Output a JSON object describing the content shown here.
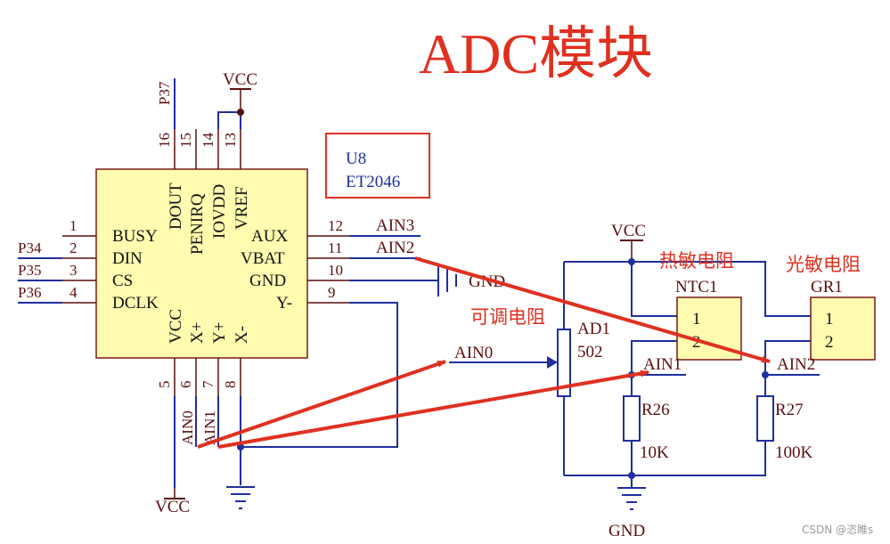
{
  "title": "ADC模块",
  "watermark": "CSDN @恣睢s",
  "chip": {
    "ref": "U8",
    "part": "ET2046",
    "left_pins": [
      {
        "num": "1",
        "name": "BUSY",
        "net": ""
      },
      {
        "num": "2",
        "name": "DIN",
        "net": "P34"
      },
      {
        "num": "3",
        "name": "CS",
        "net": "P35"
      },
      {
        "num": "4",
        "name": "DCLK",
        "net": "P36"
      }
    ],
    "right_pins": [
      {
        "num": "12",
        "name": "AUX",
        "net": "AIN3"
      },
      {
        "num": "11",
        "name": "VBAT",
        "net": "AIN2"
      },
      {
        "num": "10",
        "name": "GND",
        "net": "GND"
      },
      {
        "num": "9",
        "name": "Y-",
        "net": ""
      }
    ],
    "top_pins": [
      {
        "num": "16",
        "name": "DOUT"
      },
      {
        "num": "15",
        "name": "PENIRQ"
      },
      {
        "num": "14",
        "name": "IOVDD"
      },
      {
        "num": "13",
        "name": "VREF"
      }
    ],
    "bottom_pins": [
      {
        "num": "5",
        "name": "VCC"
      },
      {
        "num": "6",
        "name": "X+"
      },
      {
        "num": "7",
        "name": "Y+"
      },
      {
        "num": "8",
        "name": "X-"
      }
    ],
    "top_net_p37": "P37",
    "top_vcc": "VCC",
    "bottom_vcc": "VCC",
    "bottom_ain0": "AIN0",
    "bottom_ain1": "AIN1"
  },
  "circuit": {
    "vcc_top": "VCC",
    "gnd_bottom": "GND",
    "ain0": "AIN0",
    "ain1": "AIN1",
    "ain2": "AIN2",
    "pot": {
      "ref": "AD1",
      "value": "502",
      "note": "可调电阻"
    },
    "ntc": {
      "ref": "NTC1",
      "pin1": "1",
      "pin2": "2",
      "note": "热敏电阻"
    },
    "gr": {
      "ref": "GR1",
      "pin1": "1",
      "pin2": "2",
      "note": "光敏电阻"
    },
    "r26": {
      "ref": "R26",
      "value": "10K"
    },
    "r27": {
      "ref": "R27",
      "value": "100K"
    }
  },
  "colors": {
    "wire": "#1f2fa0",
    "chip_fill": "#fffcb0",
    "chip_border": "#7a1a1a",
    "annotation_red": "#e03020",
    "label_dark": "#5a0f0f"
  }
}
